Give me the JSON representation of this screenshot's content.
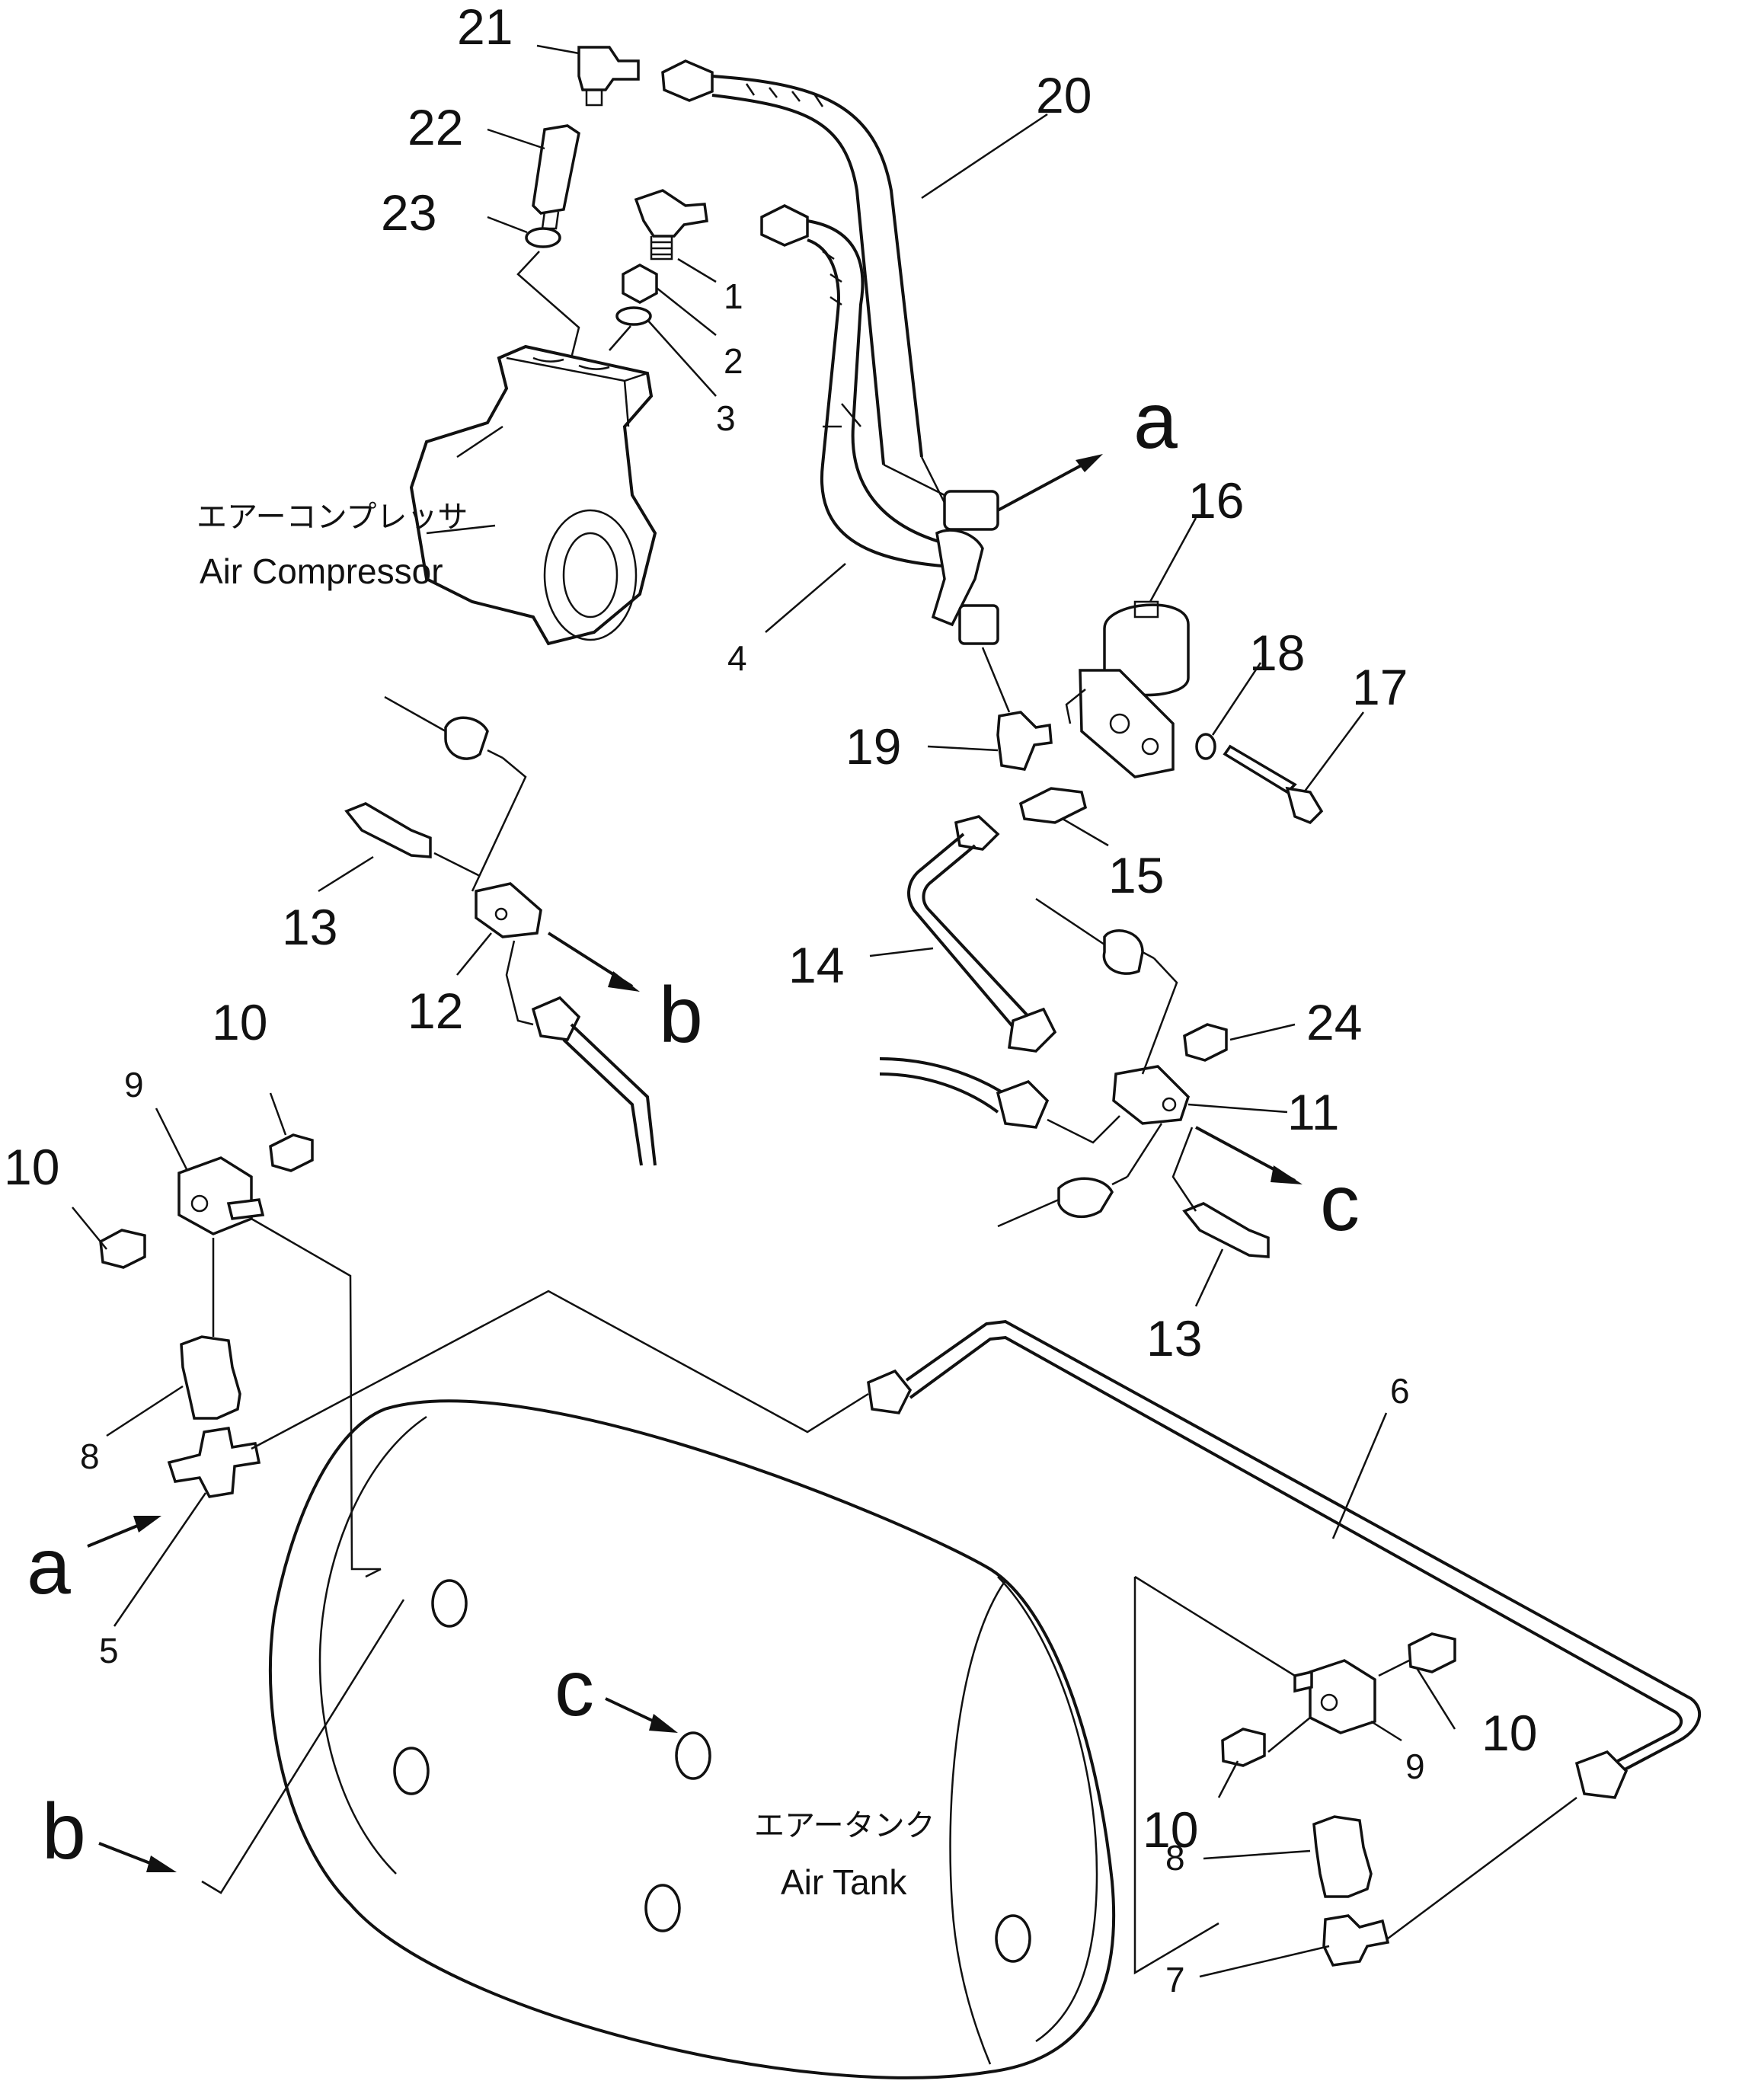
{
  "components": {
    "air_compressor": {
      "jp": "エアーコンプレッサ",
      "en": "Air Compressor"
    },
    "air_tank": {
      "jp": "エアータンク",
      "en": "Air Tank"
    }
  },
  "callouts": {
    "p21": "21",
    "p22": "22",
    "p23": "23",
    "p20": "20",
    "p1": "1",
    "p2": "2",
    "p3": "3",
    "p16": "16",
    "p18": "18",
    "p17": "17",
    "p4": "4",
    "p19": "19",
    "p15": "15",
    "p13a": "13",
    "p12": "12",
    "p14": "14",
    "p24": "24",
    "p11": "11",
    "p13b": "13",
    "p10a": "10",
    "p9a": "9",
    "p10b": "10",
    "p8a": "8",
    "p5": "5",
    "p6": "6",
    "p10c": "10",
    "p9b": "9",
    "p10d": "10",
    "p8b": "8",
    "p7": "7"
  },
  "connectors": {
    "a_out": "a",
    "b_out": "b",
    "c_out": "c",
    "a_in": "a",
    "b_in": "b",
    "c_in": "c"
  }
}
